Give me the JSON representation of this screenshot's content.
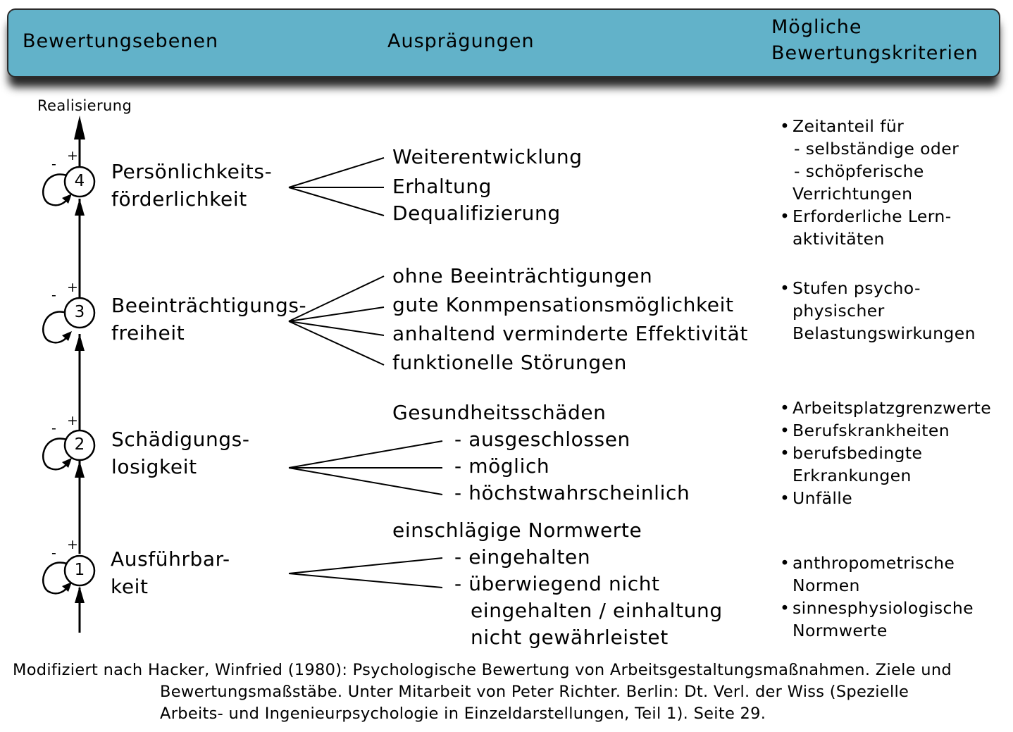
{
  "header": {
    "col1": "Bewertungsebenen",
    "col2": "Ausprägungen",
    "col3_line1": "Mögliche",
    "col3_line2": "Bewertungskriterien",
    "color": "#62b2c9"
  },
  "axis_label": "Realisierung",
  "signs": {
    "minus": "-",
    "plus": "+"
  },
  "levels": [
    {
      "number": "1",
      "name_lines": [
        "Ausführbar-",
        "keit"
      ],
      "auspraegungen": [
        "einschlägige Normwerte",
        "- eingehalten",
        "- überwiegend nicht",
        "eingehalten / einhaltung",
        "nicht gewährleistet"
      ],
      "kriterien": [
        "anthropometrische",
        "Normen",
        "sinnesphysiologische",
        "Normwerte"
      ]
    },
    {
      "number": "2",
      "name_lines": [
        "Schädigungs-",
        "losigkeit"
      ],
      "auspraegungen": [
        "Gesundheitsschäden",
        "- ausgeschlossen",
        "- möglich",
        "- höchstwahrscheinlich"
      ],
      "kriterien": [
        "Arbeitsplatzgrenzwerte",
        "Berufskrankheiten",
        "berufsbedingte",
        "Erkrankungen",
        "Unfälle"
      ]
    },
    {
      "number": "3",
      "name_lines": [
        "Beeinträchtigungs-",
        "freiheit"
      ],
      "auspraegungen": [
        "ohne Beeinträchtigungen",
        "gute Konmpensationsmöglichkeit",
        "anhaltend verminderte Effektivität",
        "funktionelle Störungen"
      ],
      "kriterien": [
        "Stufen psycho-",
        "physischer",
        "Belastungswirkungen"
      ]
    },
    {
      "number": "4",
      "name_lines": [
        "Persönlichkeits-",
        "förderlichkeit"
      ],
      "auspraegungen": [
        "Weiterentwicklung",
        "Erhaltung",
        "Dequalifizierung"
      ],
      "kriterien": [
        "Zeitanteil für",
        "- selbständige  oder",
        "- schöpferische",
        "Verrichtungen",
        "Erforderliche Lern-",
        "aktivitäten"
      ]
    }
  ],
  "footer": {
    "line1": "Modifiziert nach Hacker, Winfried (1980): Psychologische Bewertung von Arbeitsgestaltungsmaßnahmen. Ziele und",
    "line2": "Bewertungsmaßstäbe. Unter Mitarbeit von Peter Richter. Berlin: Dt. Verl. der Wiss (Spezielle",
    "line3": "Arbeits- und Ingenieurpsychologie in Einzeldarstellungen, Teil 1). Seite 29."
  }
}
